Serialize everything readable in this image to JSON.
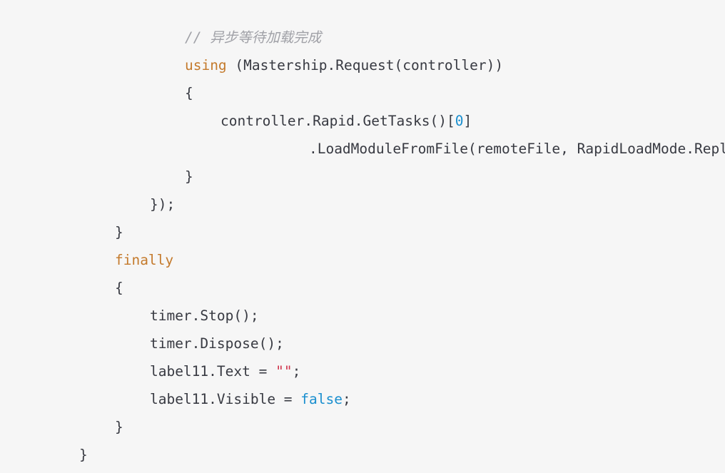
{
  "code": {
    "comment_load": "// 异步等待加载完成",
    "using_kw": "using",
    "using_rest": " (Mastership.Request(controller))",
    "open_brace_1": "{",
    "get_tasks": "controller.Rapid.GetTasks()[",
    "get_tasks_index": "0",
    "get_tasks_close": "]",
    "load_module": ".LoadModuleFromFile(remoteFile, RapidLoadMode.Repla",
    "close_brace_1": "}",
    "close_lambda": "});",
    "close_brace_try": "}",
    "finally_kw": "finally",
    "open_brace_finally": "{",
    "timer_stop": "timer.Stop();",
    "timer_dispose": "timer.Dispose();",
    "label_text_lhs": "label11.Text = ",
    "label_text_str": "\"\"",
    "label_text_end": ";",
    "label_visible_lhs": "label11.Visible = ",
    "label_visible_val": "false",
    "label_visible_end": ";",
    "close_brace_finally": "}",
    "close_brace_method": "}"
  }
}
